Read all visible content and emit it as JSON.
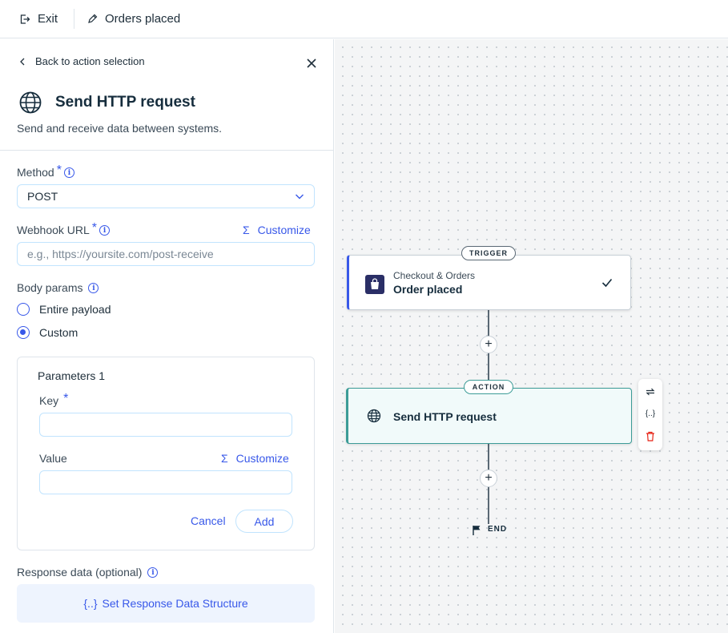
{
  "topbar": {
    "exit_label": "Exit",
    "title": "Orders placed"
  },
  "panel": {
    "back_label": "Back to action selection",
    "header_title": "Send HTTP request",
    "header_subtitle": "Send and receive data between systems.",
    "method": {
      "label": "Method",
      "value": "POST"
    },
    "webhook": {
      "label": "Webhook URL",
      "placeholder": "e.g., https://yoursite.com/post-receive",
      "customize_label": "Customize"
    },
    "body_params": {
      "label": "Body params",
      "options": [
        "Entire payload",
        "Custom"
      ],
      "selected": "Custom"
    },
    "parameters": {
      "title": "Parameters 1",
      "key_label": "Key",
      "value_label": "Value",
      "customize_label": "Customize",
      "cancel_label": "Cancel",
      "add_label": "Add"
    },
    "response": {
      "label": "Response data (optional)",
      "button_label": "Set Response Data Structure",
      "button_icon": "{..}"
    }
  },
  "canvas": {
    "trigger": {
      "pill": "TRIGGER",
      "subtitle": "Checkout & Orders",
      "title": "Order placed"
    },
    "action": {
      "pill": "ACTION",
      "title": "Send HTTP request"
    },
    "end_label": "END",
    "plus": "+"
  },
  "colors": {
    "accent": "#3858e9",
    "action": "#3c9c97",
    "delete": "#e62214"
  }
}
